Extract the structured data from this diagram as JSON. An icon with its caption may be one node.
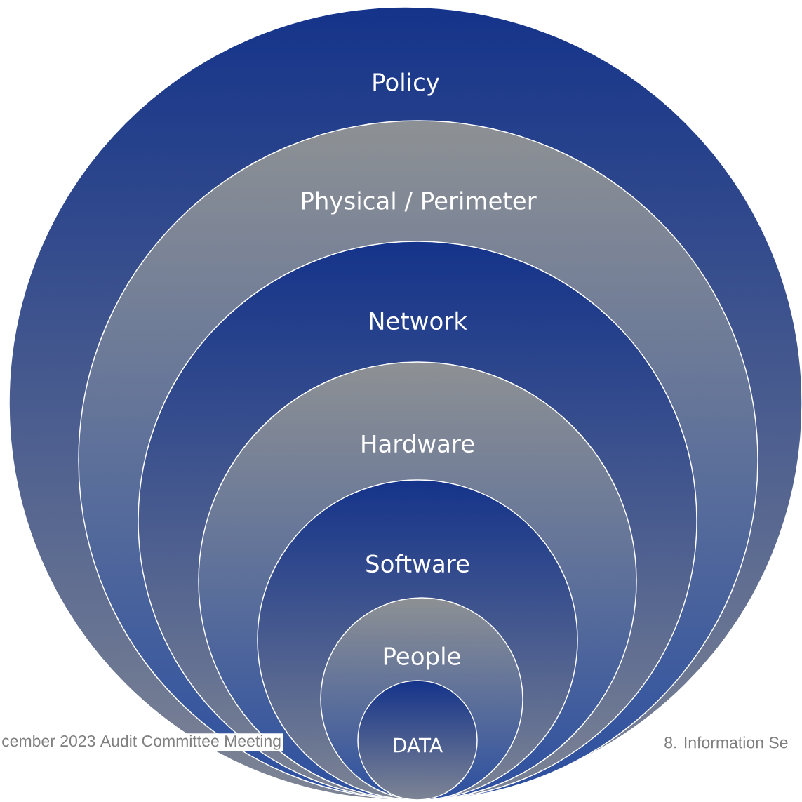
{
  "diagram": {
    "nodes": [
      {
        "text": [
          "Policy"
        ]
      },
      {
        "text": [
          "Physical / Perimeter"
        ],
        "in": 0
      },
      {
        "text": [
          "Network"
        ],
        "in": 1
      },
      {
        "text": [
          "Hardware"
        ],
        "in": 2
      },
      {
        "text": [
          "Software"
        ],
        "in": 3
      },
      {
        "text": [
          "People"
        ],
        "in": 4
      },
      {
        "text": [
          "DATA"
        ],
        "in": 5
      }
    ],
    "labels": [
      "cember 2023 Audit Committee Meeting",
      "8. Information Se"
    ]
  }
}
